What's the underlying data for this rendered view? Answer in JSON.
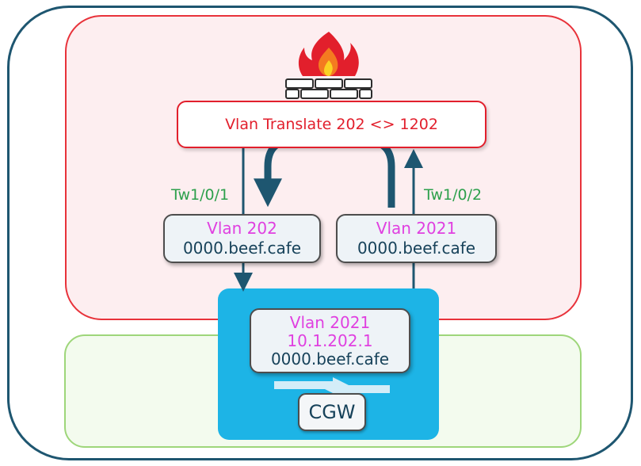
{
  "firewall": {
    "icon": "firewall-icon",
    "translate_label": "Vlan Translate 202 <> 1202"
  },
  "ports": {
    "left": "Tw1/0/1",
    "right": "Tw1/0/2"
  },
  "vlan_left": {
    "name": "Vlan 202",
    "mac": "0000.beef.cafe"
  },
  "vlan_right": {
    "name": "Vlan 2021",
    "mac": "0000.beef.cafe"
  },
  "cgw": {
    "name": "Vlan 2021",
    "ip": "10.1.202.1",
    "mac": "0000.beef.cafe",
    "label": "CGW",
    "icon": "router-icon"
  },
  "colors": {
    "outer_border": "#1e5670",
    "firewall_zone": "#e8323a",
    "green_zone": "#9ed67a",
    "cgw_body": "#1db4e6",
    "port_text": "#2da04c",
    "vlan_text": "#e040e0"
  }
}
